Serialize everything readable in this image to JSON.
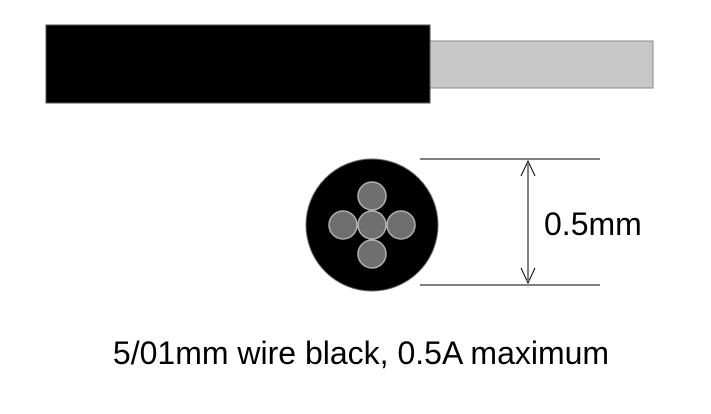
{
  "diameter_label": "0.5mm",
  "caption": "5/01mm wire black, 0.5A maximum",
  "colors": {
    "insulation": "#000000",
    "conductor": "#c8c8c8",
    "conductor_outline": "#8a8a8a",
    "strand": "#6f6f6f",
    "strand_outline": "#b0b0b0",
    "lines": "#000000",
    "text": "#000000"
  },
  "strand_count": 5,
  "icons": {
    "wire_side": "wire-side-view",
    "wire_cross_section": "wire-cross-section",
    "dimension_arrow": "double-arrow-vertical"
  }
}
